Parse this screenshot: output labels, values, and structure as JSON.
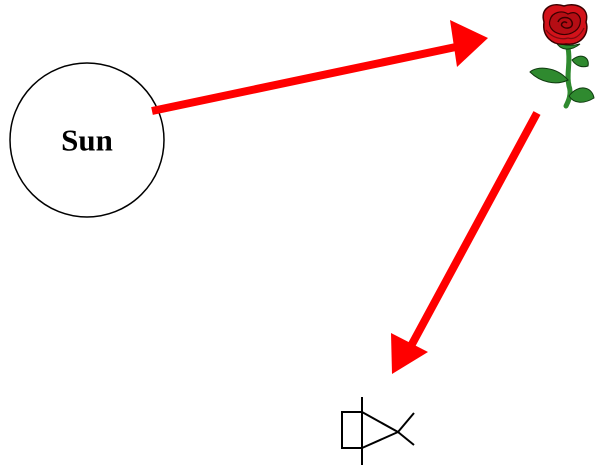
{
  "diagram": {
    "sun_label": "Sun",
    "nodes": [
      {
        "id": "sun",
        "icon": "sun-circle"
      },
      {
        "id": "rose",
        "icon": "rose-icon"
      },
      {
        "id": "eye",
        "icon": "eye-icon"
      }
    ],
    "arrows": [
      {
        "from": "sun",
        "to": "rose"
      },
      {
        "from": "rose",
        "to": "eye"
      }
    ],
    "colors": {
      "arrow": "#ff0000",
      "outline": "#000000",
      "petal": "#d3121a",
      "petal_dark": "#7d0a0f",
      "leaf": "#2f8a2f"
    }
  }
}
